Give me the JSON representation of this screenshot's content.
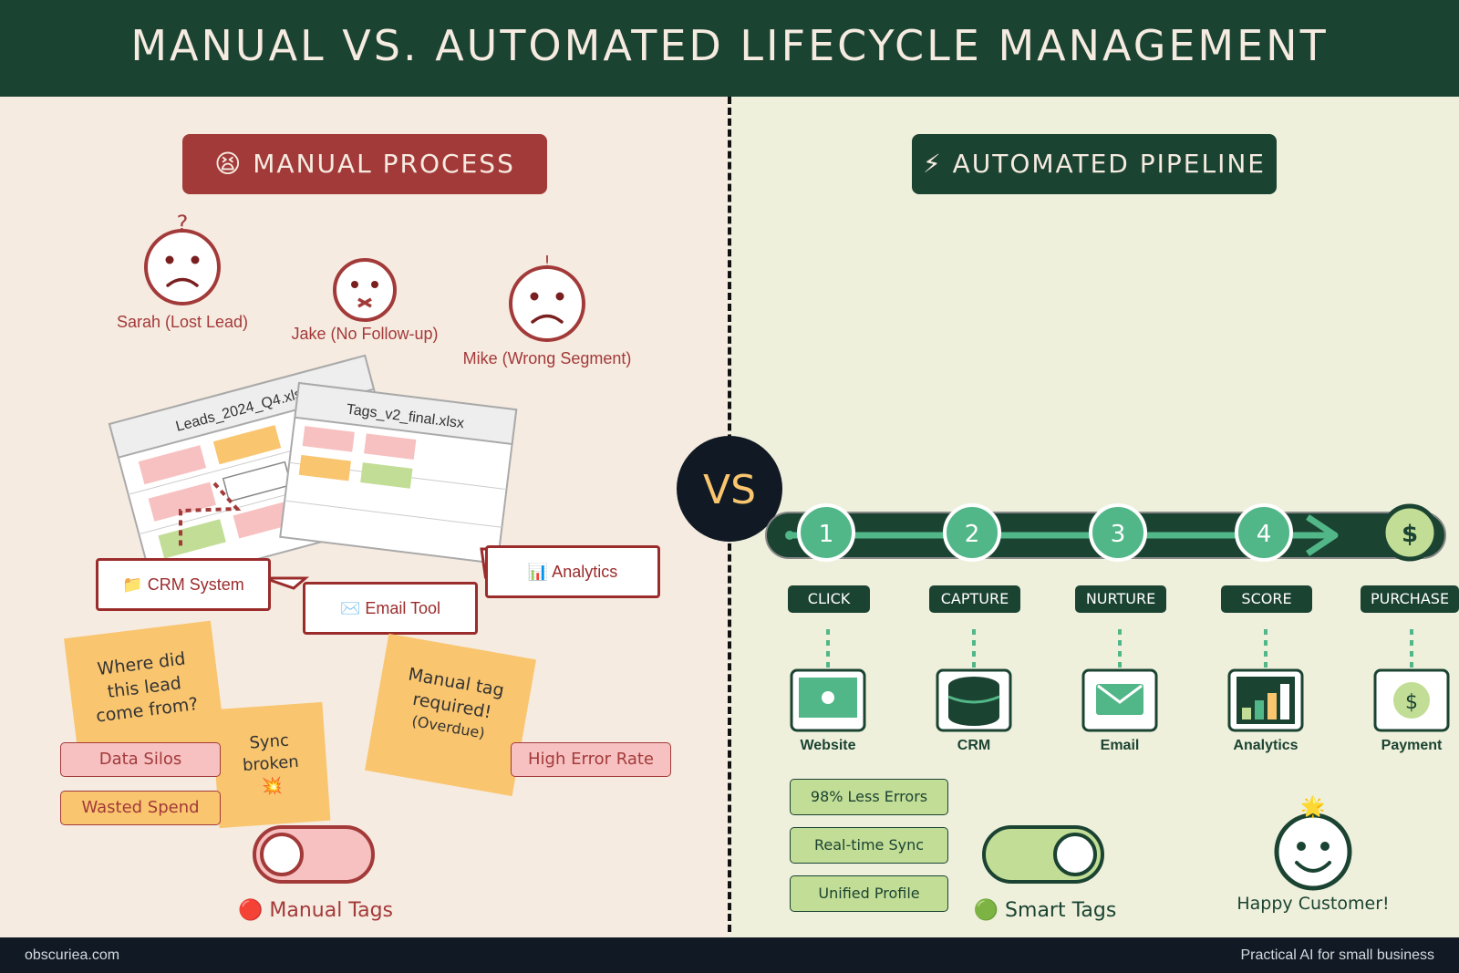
{
  "header": {
    "title": "MANUAL VS. AUTOMATED LIFECYCLE MANAGEMENT"
  },
  "manual": {
    "heading": "MANUAL PROCESS",
    "heading_icon": "😫",
    "people": [
      {
        "name": "Sarah (Lost Lead)",
        "mark": "?"
      },
      {
        "name": "Jake (No Follow-up)"
      },
      {
        "name": "Mike (Wrong Segment)",
        "mark": "!"
      }
    ],
    "spreadsheets": [
      "Leads_2024_Q4.xlsx",
      "Tags_v2_final.xlsx"
    ],
    "callouts": {
      "crm": "📁 CRM System",
      "email": "✉️ Email Tool",
      "analytics": "📊 Analytics"
    },
    "notes": {
      "lead_source": [
        "Where did",
        "this lead",
        "come from?"
      ],
      "sync": [
        "Sync",
        "broken",
        "💥"
      ],
      "manual_tag": [
        "Manual tag",
        "required!",
        "(Overdue)"
      ]
    },
    "badges": {
      "silos": "Data Silos",
      "spend": "Wasted Spend",
      "error": "High Error Rate"
    },
    "toggle_label": "🔴 Manual Tags"
  },
  "vs": "VS",
  "automated": {
    "heading": "AUTOMATED PIPELINE",
    "heading_icon": "⚡",
    "steps": [
      {
        "num": "1",
        "stage": "CLICK",
        "label": "Website"
      },
      {
        "num": "2",
        "stage": "CAPTURE",
        "label": "CRM"
      },
      {
        "num": "3",
        "stage": "NURTURE",
        "label": "Email"
      },
      {
        "num": "4",
        "stage": "SCORE",
        "label": "Analytics"
      },
      {
        "num": "$",
        "stage": "PURCHASE",
        "label": "Payment"
      }
    ],
    "benefits": [
      "98% Less Errors",
      "Real-time Sync",
      "Unified Profile"
    ],
    "toggle_label": "🟢 Smart Tags",
    "customer_label": "Happy Customer!",
    "customer_mark": "🌟",
    "payment_symbol": "$"
  },
  "footer": {
    "left": "obscuriea.com",
    "right": "Practical AI for small business"
  },
  "colors": {
    "dark_green": "#1b4332",
    "red": "#a33a3a",
    "pink": "#f7c1c1",
    "orange": "#f9c56f",
    "light_green": "#c2dd96",
    "mint": "#52b788",
    "navy": "#111a24"
  }
}
